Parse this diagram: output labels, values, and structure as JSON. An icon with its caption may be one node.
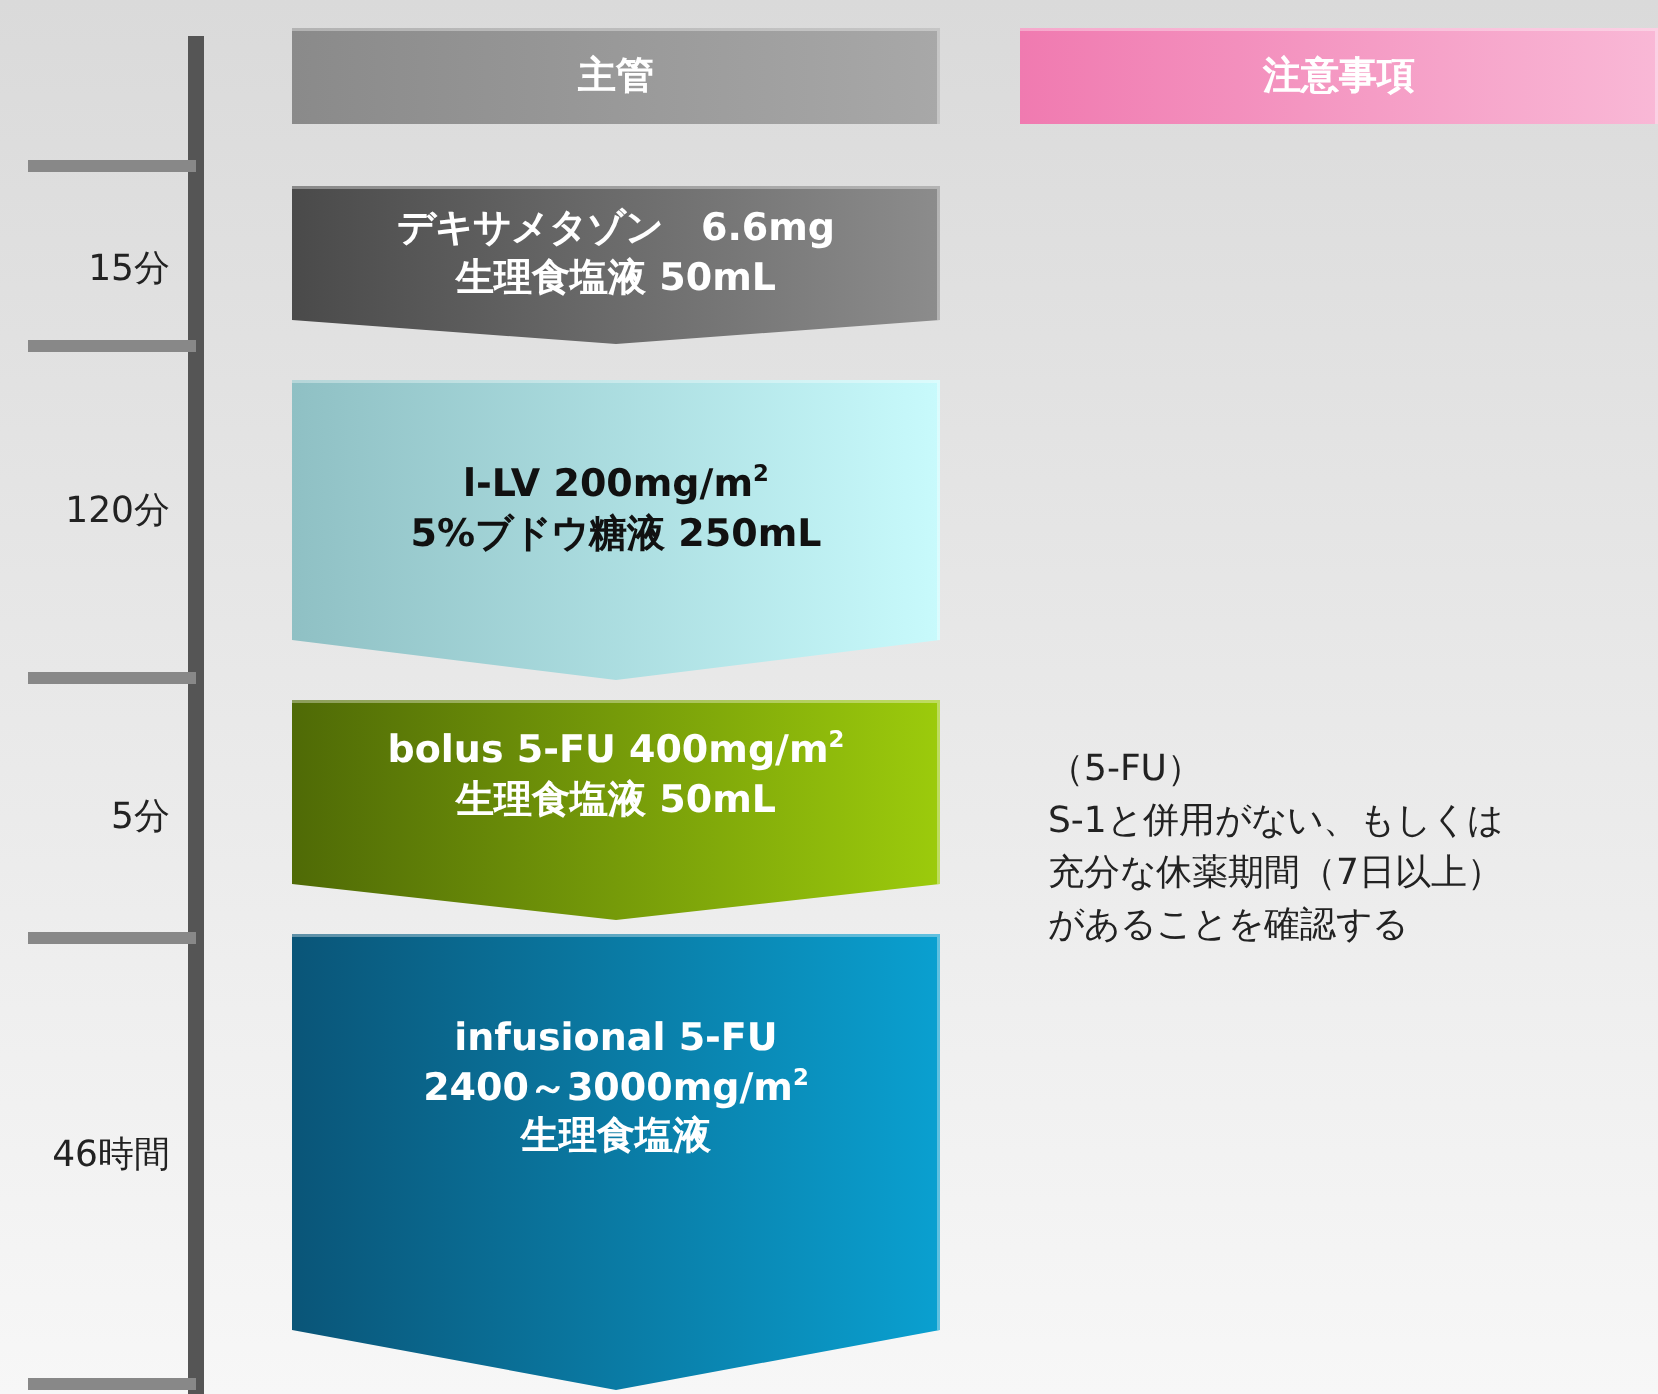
{
  "diagram": {
    "nodes": [
      {
        "text": [
          "主管"
        ]
      },
      {
        "text": [
          "注意事項"
        ]
      },
      {
        "text": [
          "デキサメタゾン　6.6mg",
          "生理食塩液 50mL"
        ]
      },
      {
        "text": [
          "l-LV 200mg/m$^{2}$",
          "5%ブドウ糖液 250mL"
        ]
      },
      {
        "text": [
          "bolus 5-FU 400mg/m$^{2}$",
          "生理食塩液 50mL"
        ]
      },
      {
        "text": [
          "infusional 5-FU",
          "2400～3000mg/m$^{2}$",
          "生理食塩液"
        ]
      }
    ],
    "labels": [
      "15分",
      "120分",
      "5分",
      "46時間",
      "（5-FU）",
      "S-1と併用がない、もしくは充分な休薬期間（7日以上）があることを確認する"
    ]
  }
}
